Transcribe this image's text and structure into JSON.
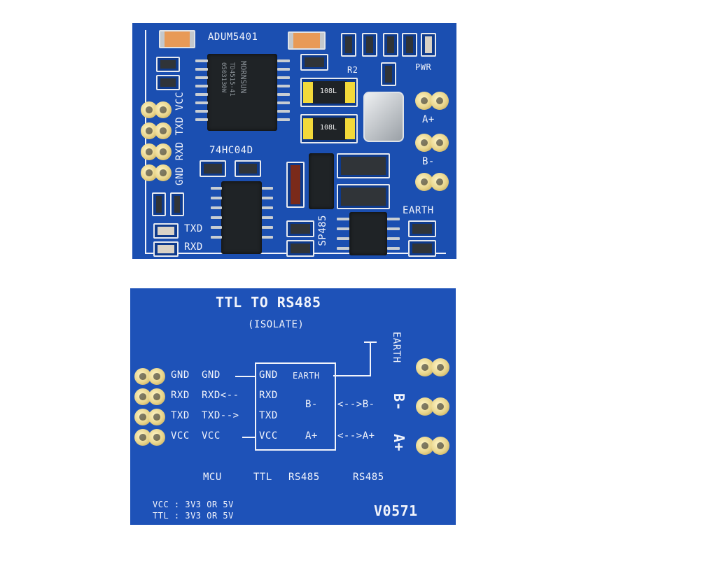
{
  "top_board": {
    "chip_isolator": "ADUM5401",
    "chip_isolator_marking": [
      "MORNSUN",
      "TD4515-41",
      "0503130W"
    ],
    "chip_inverter": "74HC04D",
    "chip_transceiver": "SP485",
    "resistor_label": "R2",
    "pin_labels_left": "GND RXD TXD VCC",
    "txd_led": "TXD",
    "rxd_led": "RXD",
    "pwr_led": "PWR",
    "terminal_a": "A+",
    "terminal_b": "B-",
    "terminal_earth": "EARTH",
    "component_marking": "108L"
  },
  "bottom_board": {
    "title": "TTL TO RS485",
    "subtitle": "(ISOLATE)",
    "mcu_pins": [
      "GND",
      "RXD",
      "TXD",
      "VCC"
    ],
    "mcu_signals": [
      "GND",
      "RXD<--",
      "TXD-->",
      "VCC"
    ],
    "box_left": [
      "GND",
      "RXD",
      "TXD",
      "VCC"
    ],
    "box_right": [
      "EARTH",
      "B-",
      "A+"
    ],
    "b_arrow": "<-->B-",
    "a_arrow": "<-->A+",
    "earth_label": "EARTH",
    "b_label": "B-",
    "a_label": "A+",
    "mcu": "MCU",
    "ttl": "TTL",
    "rs485_inner": "RS485",
    "rs485_outer": "RS485",
    "spec_vcc": "VCC : 3V3 OR 5V",
    "spec_ttl": "TTL : 3V3 OR 5V",
    "version": "V0571"
  }
}
